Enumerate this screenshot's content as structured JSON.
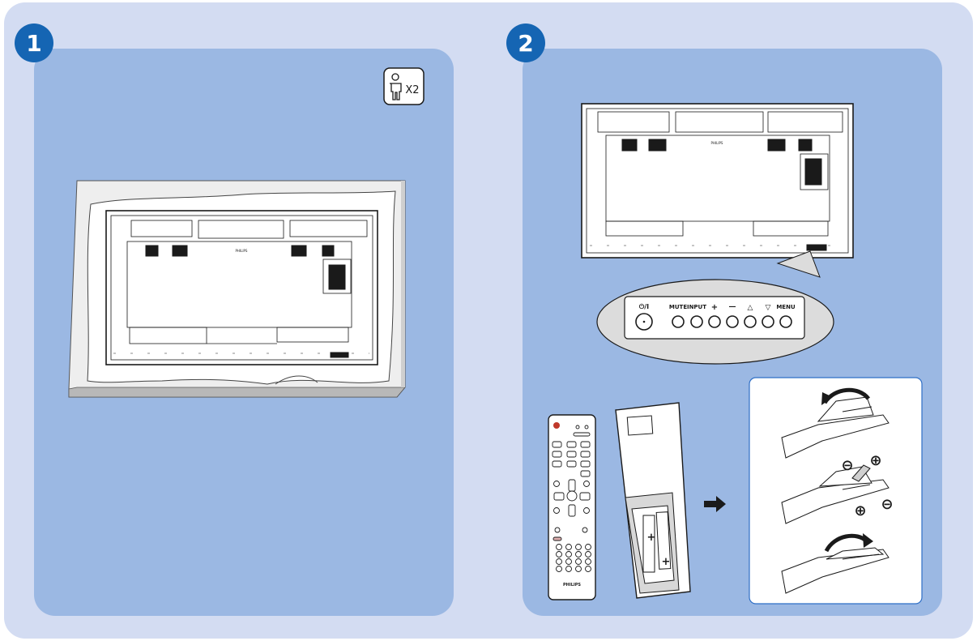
{
  "colors": {
    "outer_bg": "#d3dcf2",
    "panel_bg": "#9bb8e3",
    "badge": "#1565b3",
    "line": "#1a1a1a",
    "white": "#ffffff"
  },
  "step1": {
    "number": "1",
    "people_count": "X2",
    "people_icon": "person-icon",
    "brand": "PHILIPS"
  },
  "step2": {
    "number": "2",
    "brand": "PHILIPS",
    "keypad": {
      "labels": [
        "⏻/I",
        "MUTE",
        "INPUT",
        "+",
        "—",
        "△",
        "▽",
        "MENU"
      ]
    },
    "remote_brand": "PHILIPS",
    "battery_polarity": [
      "+",
      "+"
    ],
    "arrow_icon": "right-arrow-icon",
    "battery_panel_symbols": [
      "⊖",
      "⊕",
      "⊕",
      "⊖"
    ]
  }
}
